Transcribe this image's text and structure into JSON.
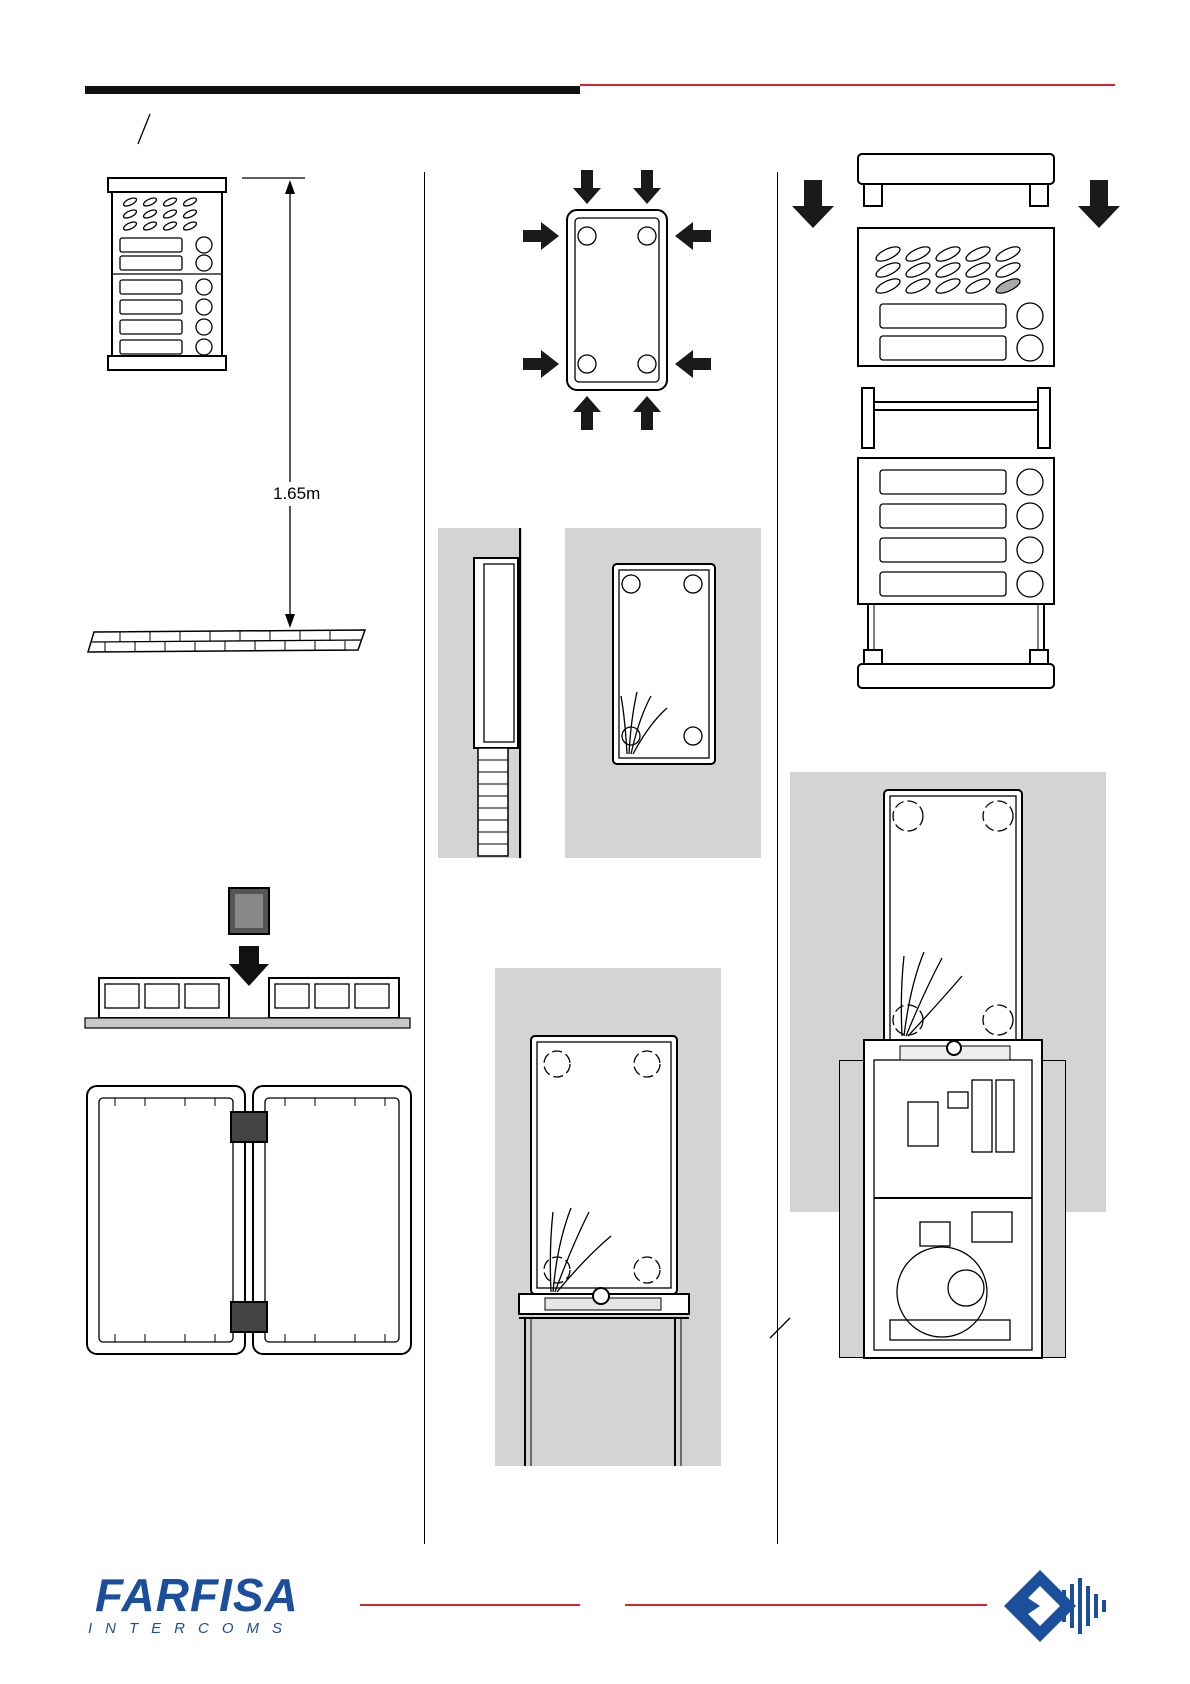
{
  "measurement": {
    "height_label": "1.65m"
  },
  "brand": {
    "name": "FARFISA",
    "tagline": "INTERCOMS"
  },
  "colors": {
    "accent_red": "#d9242b",
    "brand_blue": "#1b4f9c",
    "panel_gray": "#d4d4d4"
  }
}
